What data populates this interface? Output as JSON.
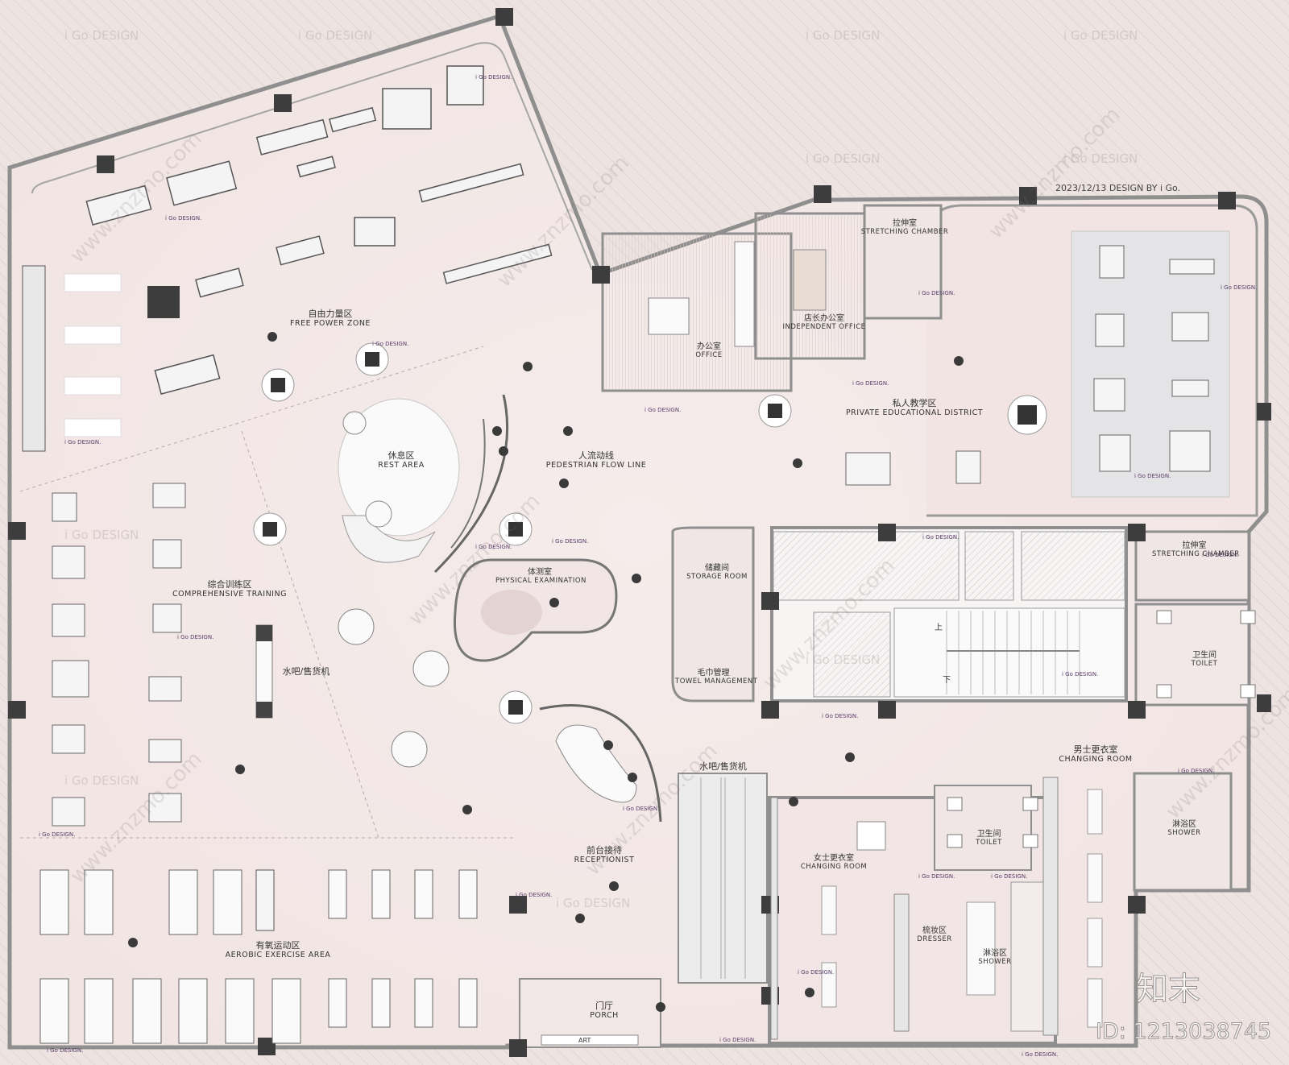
{
  "stamp": "2023/12/13 DESIGN BY i Go.",
  "design_tag": "i Go DESIGN.",
  "watermark_text": "i Go DESIGN",
  "diag_watermark": "www.znzmo.com",
  "brand": "知末",
  "id_text": "ID: 1213038745",
  "stairs": {
    "up": "上",
    "down": "下"
  },
  "art": "ART",
  "rooms": {
    "free_power": {
      "cn": "自由力量区",
      "en": "FREE POWER ZONE"
    },
    "rest": {
      "cn": "休息区",
      "en": "REST AREA"
    },
    "flow": {
      "cn": "人流动线",
      "en": "PEDESTRIAN FLOW LINE"
    },
    "office": {
      "cn": "办公室",
      "en": "OFFICE"
    },
    "indep": {
      "cn": "店长办公室",
      "en": "INDEPENDENT OFFICE"
    },
    "stretch1": {
      "cn": "拉伸室",
      "en": "STRETCHING CHAMBER"
    },
    "stretch2": {
      "cn": "拉伸室",
      "en": "STRETCHING CHAMBER"
    },
    "private": {
      "cn": "私人教学区",
      "en": "PRIVATE EDUCATIONAL DISTRICT"
    },
    "storage": {
      "cn": "储藏间",
      "en": "STORAGE ROOM"
    },
    "towel": {
      "cn": "毛巾管理",
      "en": "TOWEL MANAGEMENT"
    },
    "physical": {
      "cn": "体测室",
      "en": "PHYSICAL EXAMINATION"
    },
    "comprehensive": {
      "cn": "综合训练区",
      "en": "COMPREHENSIVE TRAINING"
    },
    "water1": {
      "cn": "水吧/售货机",
      "en": ""
    },
    "water2": {
      "cn": "水吧/售货机",
      "en": ""
    },
    "reception": {
      "cn": "前台接待",
      "en": "RECEPTIONIST"
    },
    "aerobic": {
      "cn": "有氧运动区",
      "en": "AEROBIC EXERCISE AREA"
    },
    "porch": {
      "cn": "门厅",
      "en": "PORCH"
    },
    "women_change": {
      "cn": "女士更衣室",
      "en": "CHANGING ROOM"
    },
    "men_change": {
      "cn": "男士更衣室",
      "en": "CHANGING ROOM"
    },
    "toilet_w": {
      "cn": "卫生间",
      "en": "TOILET"
    },
    "toilet_m": {
      "cn": "卫生间",
      "en": "TOILET"
    },
    "dresser": {
      "cn": "梳妆区",
      "en": "DRESSER"
    },
    "shower_w": {
      "cn": "淋浴区",
      "en": "SHOWER"
    },
    "shower_m": {
      "cn": "淋浴区",
      "en": "SHOWER"
    }
  },
  "colors": {
    "floor": "#f3e9e8",
    "wall": "#8f8f8f",
    "column": "#3d3d3d",
    "outside": "#ede4e2",
    "glass": "#e6e6e8"
  }
}
